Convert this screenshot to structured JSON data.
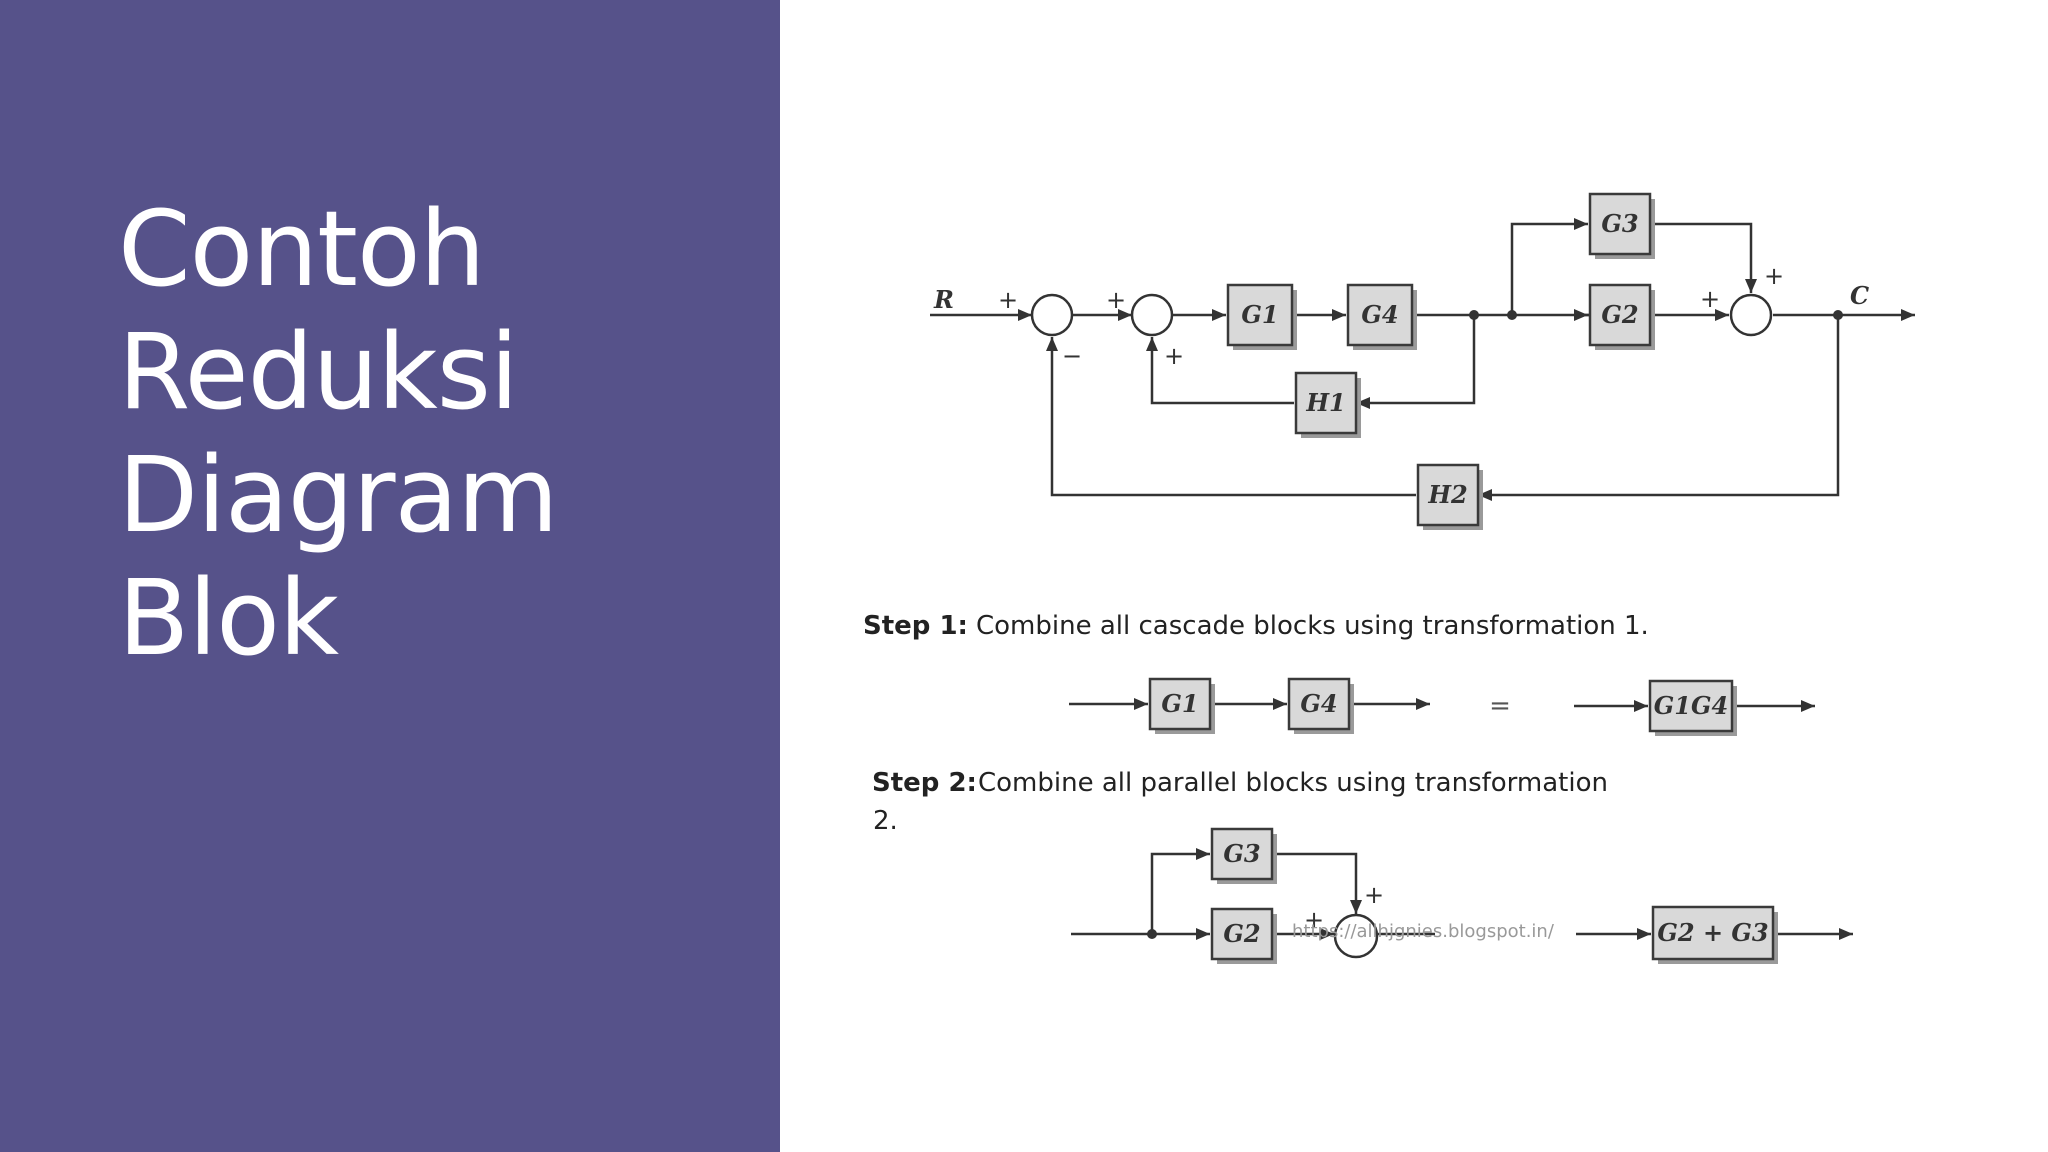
{
  "title": {
    "lines": [
      "Contoh",
      "Reduksi",
      "Diagram",
      "Blok"
    ]
  },
  "diagram": {
    "signals": {
      "input": "R",
      "output": "C"
    },
    "blocks": {
      "g1": "G1",
      "g4": "G4",
      "g2": "G2",
      "g3": "G3",
      "h1": "H1",
      "h2": "H2"
    },
    "signs": {
      "plus": "+",
      "minus": "−"
    }
  },
  "step1": {
    "label": "Step 1:",
    "text": "Combine all cascade blocks using transformation 1.",
    "blocks": {
      "g1": "G1",
      "g4": "G4",
      "result": "G1G4"
    },
    "equals": "="
  },
  "step2": {
    "label": "Step 2:",
    "text": "Combine all parallel blocks using transformation",
    "text_cont": "2.",
    "blocks": {
      "g3": "G3",
      "g2": "G2",
      "result": "G2 + G3"
    },
    "watermark": "https://allhjgnies.blogspot.in/"
  },
  "colors": {
    "panel": "#56528a",
    "title": "#ffffff",
    "block_fill": "#d9d9d9"
  }
}
